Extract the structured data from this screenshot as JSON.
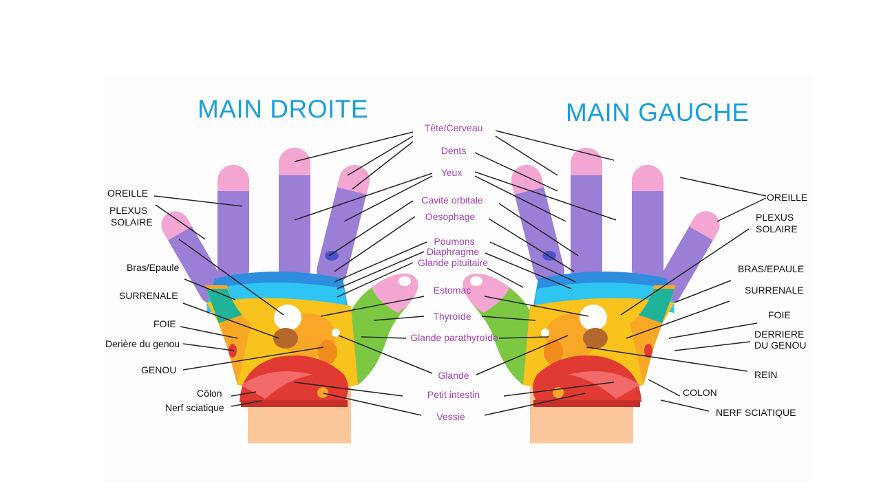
{
  "titles": {
    "right_hand": "MAIN DROITE",
    "left_hand": "MAIN GAUCHE"
  },
  "colors": {
    "title": "#1a9fd9",
    "center_label": "#a63fb5",
    "side_label": "#111111",
    "finger": "#9b7ed6",
    "fingertip": "#f3a6d2",
    "blue_band": "#2f8de0",
    "cyan_band": "#2ec5f2",
    "palm_yellow": "#f7c31c",
    "palm_orange": "#f8a826",
    "thumb_green": "#7cc843",
    "intestine_red": "#e03a33",
    "wrist": "#fbc79a"
  },
  "icons": {
    "hand": "hand-reflexology-icon"
  },
  "center_labels": [
    "Tête/Cerveau",
    "Dents",
    "Yeux",
    "Cavité orbitale",
    "Oesophage",
    "Poumons",
    "Diaphragme",
    "Glande pituitaire",
    "Estomac",
    "Thyroïde",
    "Glande parathyroïde",
    "Glande",
    "Petit intestin",
    "Vessie"
  ],
  "right_hand_labels": [
    "OREILLE",
    "PLEXUS",
    "SOLAIRE",
    "Bras/Epaule",
    "SURRENALE",
    "FOIE",
    "Derière du genou",
    "GENOU",
    "Côlon",
    "Nerf sciatique"
  ],
  "left_hand_labels": [
    "OREILLE",
    "PLEXUS",
    "SOLAIRE",
    "BRAS/EPAULE",
    "SURRENALE",
    "FOIE",
    "DERRIERE",
    "DU GENOU",
    "REIN",
    "COLON",
    "NERF SCIATIQUE"
  ]
}
